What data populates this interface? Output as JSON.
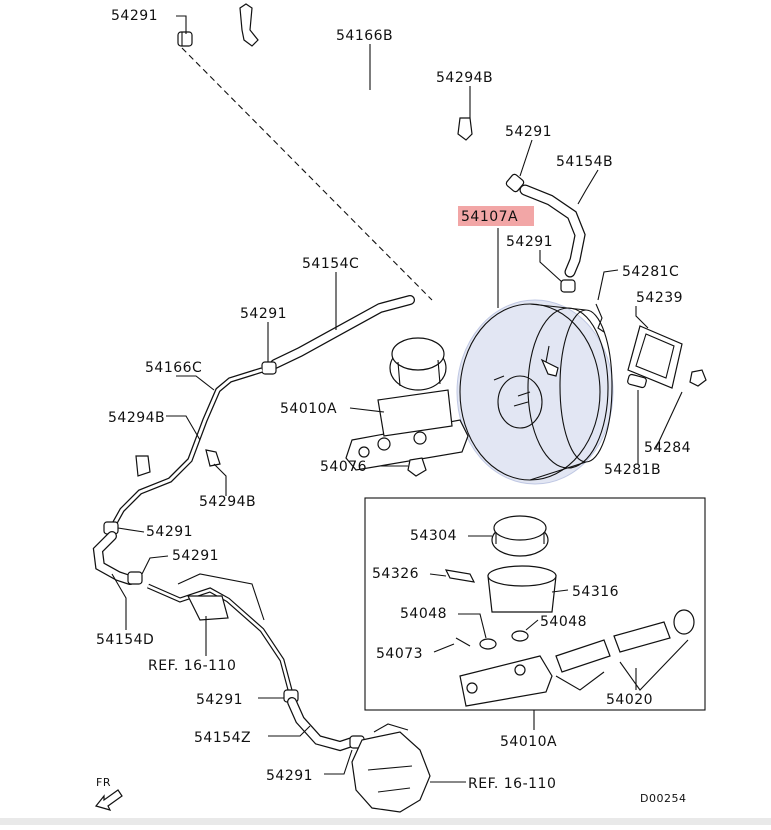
{
  "diagram": {
    "highlight_color": "#f2a6a6",
    "booster_tint": "#dfe4f2",
    "labels": {
      "l54291_a": "54291",
      "l54166b": "54166B",
      "l54294b_top": "54294B",
      "l54291_b": "54291",
      "l54154b": "54154B",
      "l54107a": "54107A",
      "l54291_c": "54291",
      "l54281c": "54281C",
      "l54239": "54239",
      "l54154c": "54154C",
      "l54291_d": "54291",
      "l54166c": "54166C",
      "l54010a_top": "54010A",
      "l54294b_left": "54294B",
      "l54076": "54076",
      "l54294b_mid": "54294B",
      "l54284": "54284",
      "l54281b": "54281B",
      "l54291_e": "54291",
      "l54304": "54304",
      "l54291_f": "54291",
      "l54326": "54326",
      "l54316": "54316",
      "l54154d": "54154D",
      "l54048_a": "54048",
      "l54048_b": "54048",
      "l54073": "54073",
      "ref_16_110_a": "REF. 16-110",
      "l54020": "54020",
      "l54291_g": "54291",
      "l54154z": "54154Z",
      "l54010a_bottom": "54010A",
      "l54291_h": "54291",
      "ref_16_110_b": "REF. 16-110",
      "fr": "FR",
      "diagram_code": "D00254"
    }
  }
}
